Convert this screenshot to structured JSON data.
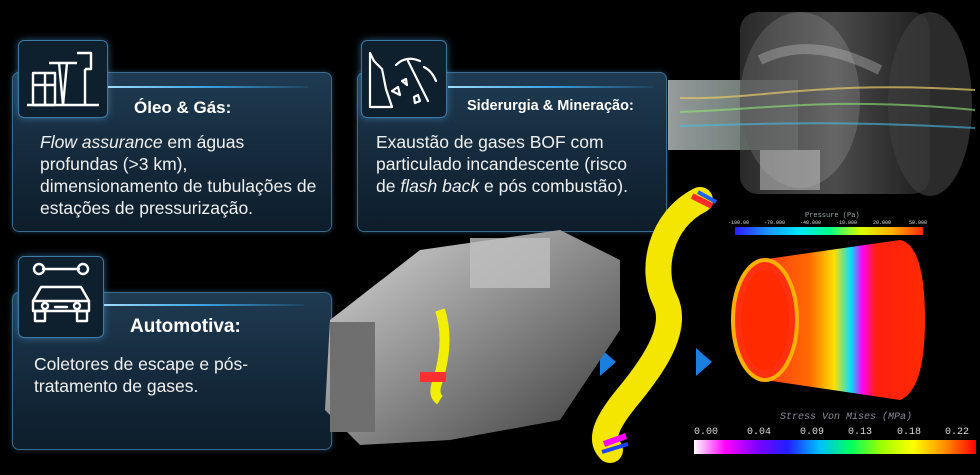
{
  "cards": {
    "oil": {
      "title": "Óleo & Gás:",
      "body_italic": "Flow assurance",
      "body_rest": " em águas profundas (>3 km), dimensionamento de tubulações de estações de pressurização."
    },
    "steel": {
      "title": "Siderurgia & Mineração:",
      "body_line1": "Exaustão de gases BOF com particulado incandescente",
      "body_pre": "(risco de ",
      "body_italic": "flash back",
      "body_post": " e pós combustão)."
    },
    "auto": {
      "title": "Automotiva:",
      "body": "Coletores de escape e pós-tratamento de gases."
    }
  },
  "icons": {
    "oil": "oil-pump-icon",
    "steel": "mining-pickaxe-icon",
    "auto_top": "wrench-icon",
    "auto_main": "car-icon"
  },
  "pressure_scale": {
    "title": "Pressure (Pa)",
    "ticks": [
      "-100.00",
      "-70.000",
      "-40.000",
      "-10.000",
      "20.000",
      "50.000"
    ]
  },
  "stress_scale": {
    "title": "Stress Von Mises (MPa)",
    "ticks": [
      "0.00",
      "0.04",
      "0.09",
      "0.13",
      "0.18",
      "0.22"
    ]
  },
  "colors": {
    "accent": "#1b7fe0",
    "card_border": "#3b6a8c"
  }
}
